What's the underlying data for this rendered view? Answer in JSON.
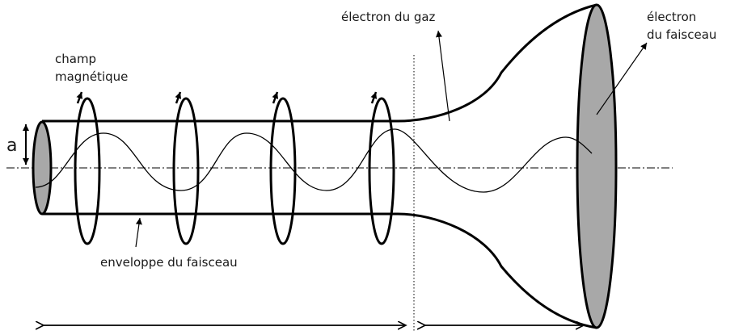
{
  "labels": {
    "champ_line1": "champ",
    "champ_line2": "magnétique",
    "a": "a",
    "enveloppe": "enveloppe du faisceau",
    "electron_gaz": "électron du gaz",
    "electron_faisceau_line1": "électron",
    "electron_faisceau_line2": "du faisceau"
  },
  "colors": {
    "stroke": "#000000",
    "fill_gray": "#a8a8a8"
  }
}
